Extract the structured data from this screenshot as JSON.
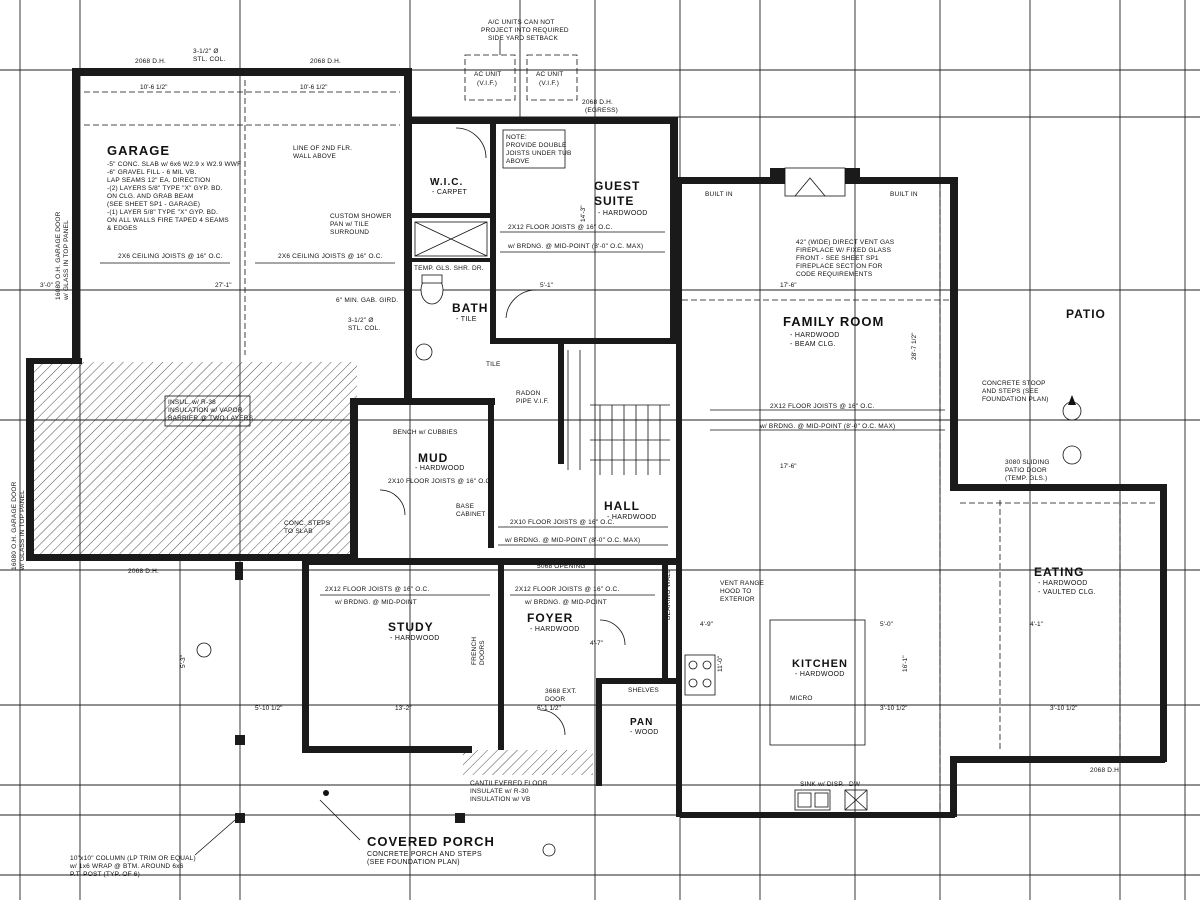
{
  "rooms": {
    "garage": {
      "title": "GARAGE",
      "notes": [
        "-5\" CONC. SLAB w/ 6x6 W2.9 x W2.9 WWF",
        "-6\" GRAVEL FILL - 6 MIL VB.",
        "LAP SEAMS 12\" EA. DIRECTION",
        "-(2) LAYERS 5/8\" TYPE \"X\" GYP. BD.",
        "ON CLG. AND GRAB BEAM",
        "(SEE SHEET SP1 - GARAGE)",
        "-(1) LAYER 5/8\" TYPE \"X\" GYP. BD.",
        "ON ALL WALLS FIRE TAPED 4 SEAMS",
        "& EDGES"
      ],
      "joists_left": "2X6 CEILING JOISTS @ 16\" O.C.",
      "joists_right": "2X6 CEILING JOISTS @ 16\" O.C."
    },
    "guest_suite": {
      "title": "GUEST",
      "title2": "SUITE",
      "sub": "- HARDWOOD"
    },
    "wic": {
      "title": "W.I.C.",
      "sub": "- CARPET"
    },
    "bath": {
      "title": "BATH",
      "sub": "- TILE"
    },
    "family_room": {
      "title": "FAMILY ROOM",
      "sub1": "- HARDWOOD",
      "sub2": "- BEAM CLG."
    },
    "patio": {
      "title": "PATIO"
    },
    "mud": {
      "title": "MUD",
      "sub": "- HARDWOOD"
    },
    "hall": {
      "title": "HALL",
      "sub": "- HARDWOOD"
    },
    "study": {
      "title": "STUDY",
      "sub": "- HARDWOOD"
    },
    "foyer": {
      "title": "FOYER",
      "sub": "- HARDWOOD"
    },
    "kitchen": {
      "title": "KITCHEN",
      "sub": "- HARDWOOD"
    },
    "pantry": {
      "title": "PAN",
      "sub": "- WOOD"
    },
    "eating": {
      "title": "EATING",
      "sub1": "- HARDWOOD",
      "sub2": "- VAULTED CLG."
    },
    "covered_porch": {
      "title": "COVERED PORCH",
      "sub1": "CONCRETE PORCH AND STEPS",
      "sub2": "(SEE FOUNDATION PLAN)"
    }
  },
  "notes": {
    "ac_note": [
      "A/C UNITS CAN NOT",
      "PROJECT INTO REQUIRED",
      "SIDE YARD SETBACK"
    ],
    "ac_unit": "AC UNIT",
    "ac_vif": "(V.I.F.)",
    "joist_note": [
      "NOTE:",
      "PROVIDE DOUBLE",
      "JOISTS UNDER TUB",
      "ABOVE"
    ],
    "line_2nd_flr": [
      "LINE OF 2ND FLR.",
      "WALL ABOVE"
    ],
    "shower_pan": [
      "CUSTOM SHOWER",
      "PAN w/ TILE",
      "SURROUND"
    ],
    "temp_gls": "TEMP. GLS. SHR. DR.",
    "fireplace": [
      "42\" (WIDE) DIRECT VENT GAS",
      "FIREPLACE W/ FIXED GLASS",
      "FRONT - SEE SHEET SP1",
      "FIREPLACE SECTION FOR",
      "CODE REQUIREMENTS"
    ],
    "built_in_l": "BUILT IN",
    "built_in_r": "BUILT IN",
    "stoop": [
      "CONCRETE STOOP",
      "AND STEPS (SEE",
      "FOUNDATION PLAN)"
    ],
    "patio_door": [
      "3080 SLIDING",
      "PATIO DOOR",
      "(TEMP. GLS.)"
    ],
    "insul": [
      "INSUL. w/ R-38",
      "INSULATION w/ VAPOR",
      "BARRIER @ TWO LAYERS"
    ],
    "radon": [
      "RADON",
      "PIPE V.I.F."
    ],
    "bench": "BENCH w/ CUBBIES",
    "conc_steps": [
      "CONC. STEPS",
      "TO SLAB"
    ],
    "base_cab": [
      "BASE",
      "CABINET"
    ],
    "shelves": "SHELVES",
    "vent_range": [
      "VENT RANGE",
      "HOOD TO",
      "EXTERIOR"
    ],
    "cantilever": [
      "CANTILEVERED FLOOR",
      "INSULATE w/ R-30",
      "INSULATION w/ VB"
    ],
    "column": [
      "10\"x10\" COLUMN (LP TRIM OR EQUAL)",
      "w/ 1x6 WRAP @ BTM. AROUND 6x6",
      "P.T. POST (TYP. OF 6)"
    ],
    "sink": "SINK w/ DISP.",
    "dw": "DW",
    "micro": "MICRO",
    "ext_door": [
      "3668 EXT.",
      "DOOR"
    ],
    "french": [
      "FRENCH",
      "DOORS"
    ],
    "opening": "5068 OPENING",
    "bearing_wall": "BEARING WALL",
    "grab": "6\" MIN. GAB. GIRD.",
    "stl_col": [
      "3-1/2\" Ø",
      "STL. COL."
    ],
    "garage_door_l1": "16080 O.H. GARAGE DOOR",
    "garage_door_l2": "w/ GLASS IN TOP PANEL",
    "lh_door": "2068 D.H.",
    "egress": "(EGRESS)",
    "tile": "TILE",
    "lr_note": "w/ BRDNG. @ MID-POINT (8'-0\" O.C. MAX)",
    "floor_joists": "2X10 FLOOR JOISTS @ 16\" O.C.",
    "fam_joists": "2X12 FLOOR JOISTS @ 16\" O.C.",
    "fam_brdg": "w/ BRDNG. @ MID-POINT (8'-0\" O.C. MAX)",
    "study_joists": "2X12 FLOOR JOISTS @ 16\" O.C.",
    "study_brdg": "w/ BRDNG. @ MID-POINT",
    "foyer_joists": "2X12 FLOOR JOISTS @ 16\" O.C.",
    "foyer_brdg": "w/ BRDNG. @ MID-POINT",
    "hall_joists": "2X10 FLOOR JOISTS @ 16\" O.C.",
    "hall_brdg": "w/ BRDNG. @ MID-POINT (8'-0\" O.C. MAX)",
    "guest_joists": "2X12 FLOOR JOISTS @ 16\" O.C.",
    "guest_brdg": "w/ BRDNG. @ MID-POINT (8'-0\" O.C. MAX)"
  },
  "dims": {
    "garage_w_l": "10'-6 1/2\"",
    "garage_w_r": "10'-6 1/2\"",
    "d_3_1": "3'-0\"",
    "d_27_1": "27'-1\"",
    "d_5_1": "5'-1\"",
    "d_17_6": "17'-6\"",
    "d_17_6b": "17'-6\"",
    "d_5_10": "5'-10 1/2\"",
    "d_4_7": "4'-7\"",
    "d_4_9": "4'-9\"",
    "d_3_10": "3'-10 1/2\"",
    "d_3_10b": "3'-10 1/2\"",
    "d_5_0": "5'-0\"",
    "d_4_1": "4'-1\"",
    "d_13_2": "13'-2\"",
    "d_11_0": "11'-0\"",
    "d_16_1": "16'-1\"",
    "d_28_7": "28'-7 1/2\"",
    "d_14_3": "14'-3\"",
    "d_5_3": "5'-3\"",
    "d_6_1": "6'-1 1/2\""
  },
  "icon": {
    "north_arrow": "north-arrow-icon",
    "section_mark": "section-mark-icon"
  }
}
